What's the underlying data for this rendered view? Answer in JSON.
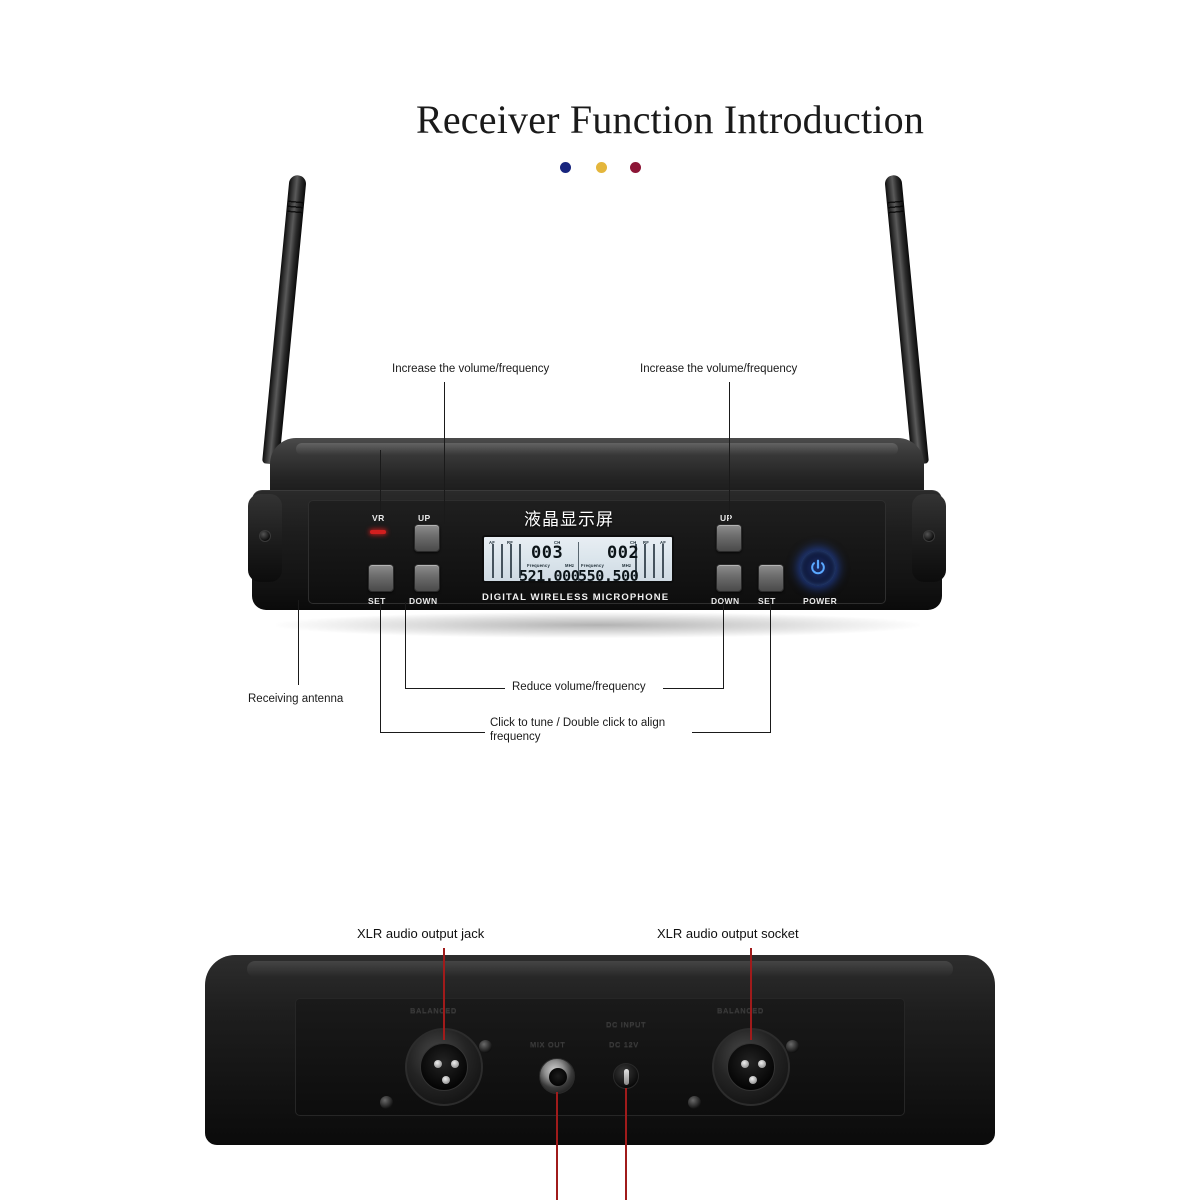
{
  "header": {
    "title": "Receiver Function Introduction",
    "dots": [
      {
        "name": "blue-dot",
        "color": "#18257e"
      },
      {
        "name": "gold-dot",
        "color": "#e4b63c"
      },
      {
        "name": "crimson-dot",
        "color": "#8c1536"
      }
    ]
  },
  "front_view": {
    "brand_text": "DIGITAL WIRELESS MICROPHONE",
    "screen_label_cn": "液晶显示屏",
    "controls": {
      "vr_label": "VR",
      "up_label": "UP",
      "down_label": "DOWN",
      "set_label": "SET",
      "power_label": "POWER"
    },
    "lcd": {
      "left": {
        "af_label": "AF",
        "rf_label": "RF",
        "ch_label": "CH",
        "channel": "003",
        "freq_label": "Frequency",
        "unit_label": "MHz",
        "frequency": "521.000"
      },
      "right": {
        "af_label": "AF",
        "rf_label": "RF",
        "ch_label": "CH",
        "channel": "002",
        "freq_label": "Frequency",
        "unit_label": "MHz",
        "frequency": "550.500"
      }
    },
    "callouts": {
      "increase_left": "Increase the volume/frequency",
      "increase_right": "Increase the volume/frequency",
      "antenna": "Receiving antenna",
      "reduce": "Reduce volume/frequency",
      "tune": "Click to tune / Double click to align frequency"
    }
  },
  "rear_view": {
    "callouts": {
      "xlr_left": "XLR audio output jack",
      "xlr_right": "XLR audio output socket"
    },
    "panel_text": {
      "balanced_left": "BALANCED",
      "balanced_right": "BALANCED",
      "mix_out": "MIX OUT",
      "dc_input": "DC INPUT",
      "dc_volt": "DC 12V"
    }
  }
}
